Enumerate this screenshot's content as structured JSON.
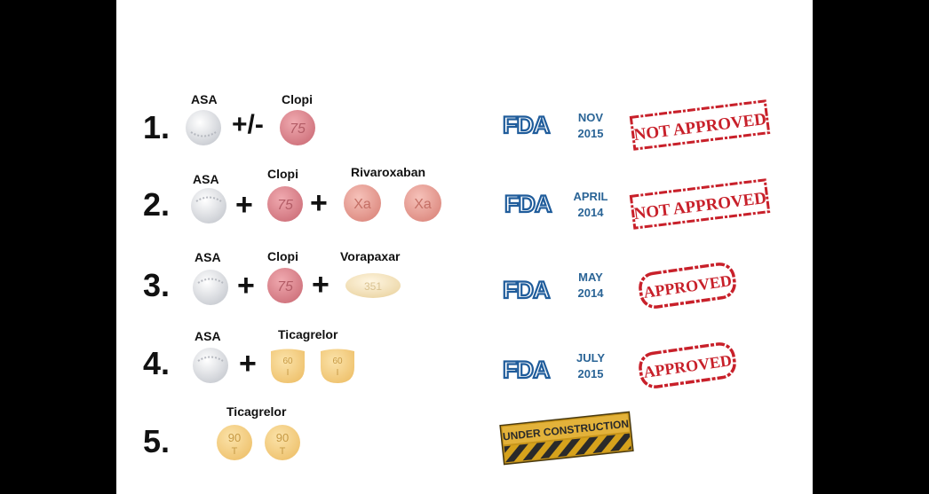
{
  "colors": {
    "fda_blue": "#1f5c9b",
    "stamp_red": "#c8202a",
    "date_blue": "#2a6496",
    "clopi_pill": "#de8c94",
    "xa_pill": "#eaa39a",
    "ticagrelor_pill": "#f2d08a",
    "vorapaxar_pill": "#f4e2bb",
    "asa_pill": "#e4e6ea",
    "construction_yellow": "#d6a21c"
  },
  "fda_logo_text": "FDA",
  "regimens": [
    {
      "number": "1.",
      "labels": {
        "asa": "ASA",
        "clopi": "Clopi"
      },
      "operators": [
        "+/-"
      ],
      "pill_marks": {
        "clopi": "75"
      },
      "date": {
        "month": "NOV",
        "year": "2015"
      },
      "stamp": "NOT APPROVED"
    },
    {
      "number": "2.",
      "labels": {
        "asa": "ASA",
        "clopi": "Clopi",
        "third": "Rivaroxaban"
      },
      "operators": [
        "+",
        "+"
      ],
      "pill_marks": {
        "clopi": "75",
        "xa1": "Xa",
        "xa2": "Xa"
      },
      "date": {
        "month": "APRIL",
        "year": "2014"
      },
      "stamp": "NOT APPROVED"
    },
    {
      "number": "3.",
      "labels": {
        "asa": "ASA",
        "clopi": "Clopi",
        "third": "Vorapaxar"
      },
      "operators": [
        "+",
        "+"
      ],
      "pill_marks": {
        "clopi": "75",
        "vorapaxar": "351"
      },
      "date": {
        "month": "MAY",
        "year": "2014"
      },
      "stamp": "APPROVED"
    },
    {
      "number": "4.",
      "labels": {
        "asa": "ASA",
        "tica": "Ticagrelor"
      },
      "operators": [
        "+"
      ],
      "pill_marks": {
        "tica_top": "60",
        "tica_bottom": "I"
      },
      "date": {
        "month": "JULY",
        "year": "2015"
      },
      "stamp": "APPROVED"
    },
    {
      "number": "5.",
      "labels": {
        "tica": "Ticagrelor"
      },
      "pill_marks": {
        "tica_top": "90",
        "tica_bottom": "T"
      },
      "stamp": "UNDER CONSTRUCTION"
    }
  ]
}
